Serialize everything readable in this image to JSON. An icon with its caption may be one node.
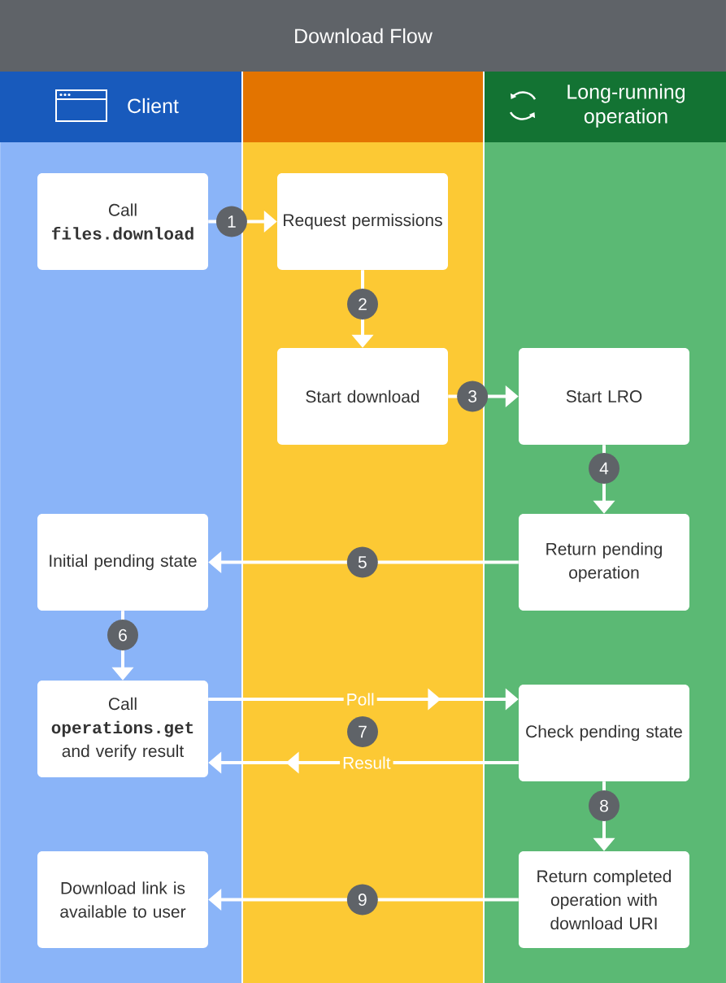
{
  "diagram": {
    "title": "Download Flow",
    "nodes": [
      {
        "text": [
          "Client"
        ]
      },
      {
        "text": [],
        "shape": "band"
      },
      {
        "text": [
          "Long-running operation"
        ]
      },
      {
        "text": [
          "Call",
          "files.download"
        ],
        "in": 0
      },
      {
        "text": [
          "Request permissions"
        ],
        "in": 1
      },
      {
        "text": [
          "Start download"
        ],
        "in": 1
      },
      {
        "text": [
          "Start LRO"
        ],
        "in": 2
      },
      {
        "text": [
          "Return pending operation"
        ],
        "in": 2
      },
      {
        "text": [
          "Initial pending state"
        ],
        "in": 0
      },
      {
        "text": [
          "Call",
          "operations.get",
          "and verify result"
        ],
        "in": 0
      },
      {
        "text": [
          "Check pending state"
        ],
        "in": 2
      },
      {
        "text": [
          "Return completed operation with download URI"
        ],
        "in": 2
      },
      {
        "text": [
          "Download link is available to user"
        ],
        "in": 0
      }
    ],
    "edges": [
      {
        "from": 3,
        "to": 4,
        "arrow": "to",
        "label": "1"
      },
      {
        "from": 4,
        "to": 5,
        "arrow": "to",
        "label": "2"
      },
      {
        "from": 5,
        "to": 6,
        "arrow": "to",
        "label": "3"
      },
      {
        "from": 6,
        "to": 7,
        "arrow": "to",
        "label": "4"
      },
      {
        "from": 7,
        "to": 8,
        "arrow": "to",
        "label": "5"
      },
      {
        "from": 8,
        "to": 9,
        "arrow": "to",
        "label": "6"
      },
      {
        "from": 9,
        "to": 10,
        "arrow": "to",
        "label": "Poll"
      },
      {
        "from": 10,
        "to": 9,
        "arrow": "to",
        "label": "Result"
      },
      {
        "from": 10,
        "to": 11,
        "arrow": "to",
        "label": "8"
      },
      {
        "from": 11,
        "to": 12,
        "arrow": "to",
        "label": "9"
      }
    ],
    "labels": [
      "7"
    ]
  }
}
